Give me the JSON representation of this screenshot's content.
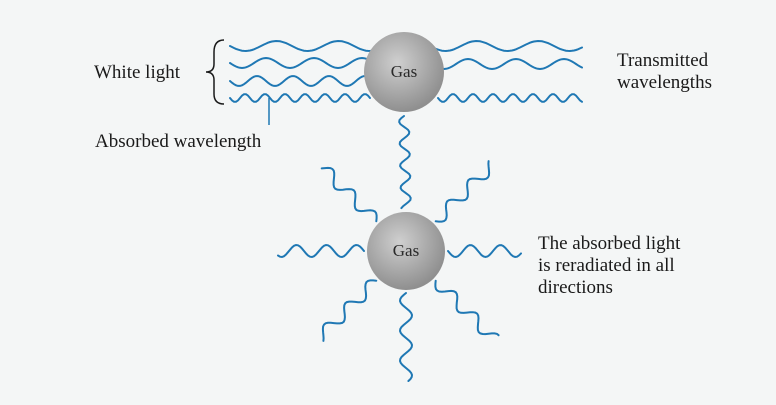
{
  "labels": {
    "white_light": "White light",
    "absorbed_wavelength": "Absorbed wavelength",
    "transmitted_line1": "Transmitted",
    "transmitted_line2": "wavelengths",
    "reradiated_line1": "The absorbed light",
    "reradiated_line2": "is reradiated in all",
    "reradiated_line3": "directions"
  },
  "gas_top": {
    "label": "Gas"
  },
  "gas_bottom": {
    "label": "Gas"
  },
  "colors": {
    "wave": "#1f78b4",
    "sphere_fill": "#a8a8a8",
    "sphere_edge": "#909090",
    "text": "#1a1a1a",
    "background": "#f4f6f6"
  }
}
